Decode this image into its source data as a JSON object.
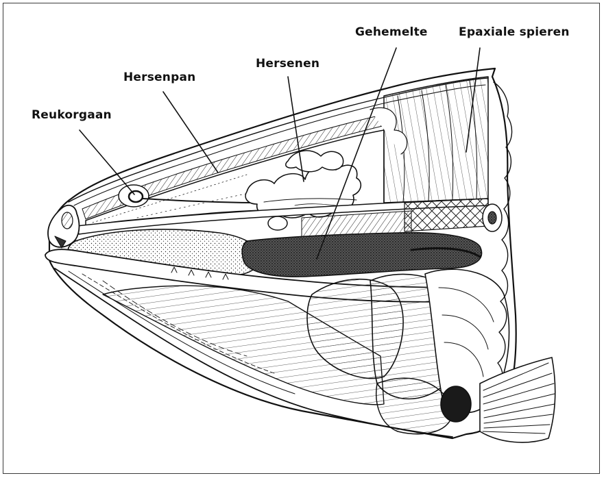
{
  "labels": {
    "reukorgaan": "Reukorgaan",
    "hersenpan": "Hersenpan",
    "hersenen": "Hersenen",
    "gehemelte": "Gehemelte",
    "epaxiale_spieren": "Epaxiale spieren"
  },
  "colors": {
    "ink": "#111111",
    "frame": "#3a3a3a",
    "dark_tissue": "#2a2a2a",
    "paper": "#ffffff"
  }
}
